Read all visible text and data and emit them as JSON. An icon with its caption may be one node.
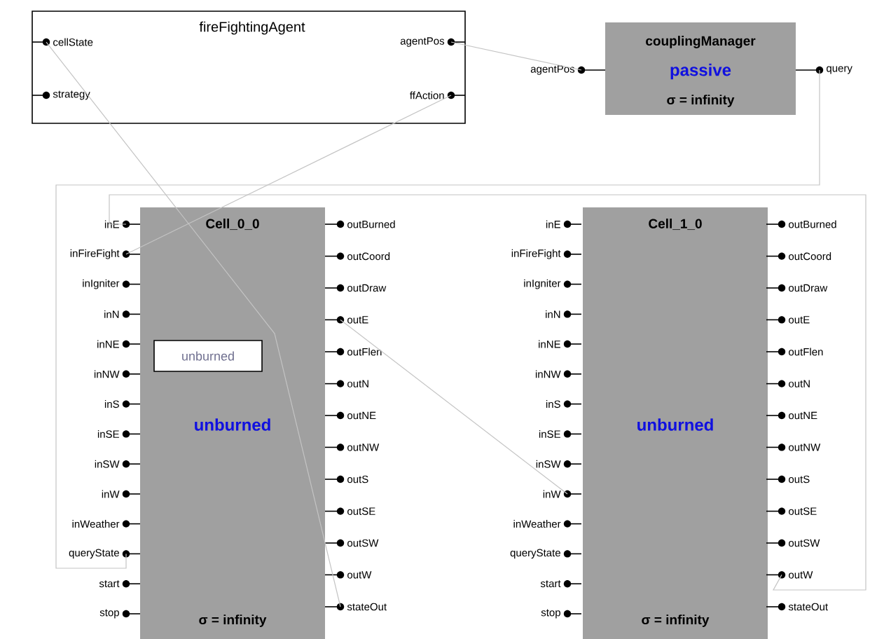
{
  "diagram": {
    "nodes": [
      {
        "text": [
          "fireFightingAgent"
        ]
      },
      {
        "text": [
          "cellState"
        ],
        "in": 0
      },
      {
        "text": [
          "strategy"
        ],
        "in": 0
      },
      {
        "text": [
          "agentPos"
        ],
        "in": 0
      },
      {
        "text": [
          "ffAction"
        ],
        "in": 0
      },
      {
        "text": [
          "couplingManager",
          "passive",
          "σ = infinity"
        ]
      },
      {
        "text": [
          "agentPos"
        ]
      },
      {
        "text": [
          "query"
        ]
      },
      {
        "text": [
          "Cell_0_0",
          "unburned",
          "σ = infinity"
        ]
      },
      {
        "text": [
          "unburned"
        ],
        "in": 8
      },
      {
        "text": [
          "inE"
        ]
      },
      {
        "text": [
          "inFireFight"
        ]
      },
      {
        "text": [
          "inIgniter"
        ]
      },
      {
        "text": [
          "inN"
        ]
      },
      {
        "text": [
          "inNE"
        ]
      },
      {
        "text": [
          "inNW"
        ]
      },
      {
        "text": [
          "inS"
        ]
      },
      {
        "text": [
          "inSE"
        ]
      },
      {
        "text": [
          "inSW"
        ]
      },
      {
        "text": [
          "inW"
        ]
      },
      {
        "text": [
          "inWeather"
        ]
      },
      {
        "text": [
          "queryState"
        ]
      },
      {
        "text": [
          "start"
        ]
      },
      {
        "text": [
          "stop"
        ]
      },
      {
        "text": [
          "outBurned"
        ]
      },
      {
        "text": [
          "outCoord"
        ]
      },
      {
        "text": [
          "outDraw"
        ]
      },
      {
        "text": [
          "outE"
        ]
      },
      {
        "text": [
          "outFlen"
        ]
      },
      {
        "text": [
          "outN"
        ]
      },
      {
        "text": [
          "outNE"
        ]
      },
      {
        "text": [
          "outNW"
        ]
      },
      {
        "text": [
          "outS"
        ]
      },
      {
        "text": [
          "outSE"
        ]
      },
      {
        "text": [
          "outSW"
        ]
      },
      {
        "text": [
          "outW"
        ]
      },
      {
        "text": [
          "stateOut"
        ]
      },
      {
        "text": [
          "Cell_1_0",
          "unburned",
          "σ = infinity"
        ]
      },
      {
        "text": [
          "inE"
        ]
      },
      {
        "text": [
          "inFireFight"
        ]
      },
      {
        "text": [
          "inIgniter"
        ]
      },
      {
        "text": [
          "inN"
        ]
      },
      {
        "text": [
          "inNE"
        ]
      },
      {
        "text": [
          "inNW"
        ]
      },
      {
        "text": [
          "inS"
        ]
      },
      {
        "text": [
          "inSE"
        ]
      },
      {
        "text": [
          "inSW"
        ]
      },
      {
        "text": [
          "inW"
        ]
      },
      {
        "text": [
          "inWeather"
        ]
      },
      {
        "text": [
          "queryState"
        ]
      },
      {
        "text": [
          "start"
        ]
      },
      {
        "text": [
          "stop"
        ]
      },
      {
        "text": [
          "outBurned"
        ]
      },
      {
        "text": [
          "outCoord"
        ]
      },
      {
        "text": [
          "outDraw"
        ]
      },
      {
        "text": [
          "outE"
        ]
      },
      {
        "text": [
          "outFlen"
        ]
      },
      {
        "text": [
          "outN"
        ]
      },
      {
        "text": [
          "outNE"
        ]
      },
      {
        "text": [
          "outNW"
        ]
      },
      {
        "text": [
          "outS"
        ]
      },
      {
        "text": [
          "outSE"
        ]
      },
      {
        "text": [
          "outSW"
        ]
      },
      {
        "text": [
          "outW"
        ]
      },
      {
        "text": [
          "stateOut"
        ]
      }
    ],
    "edges": [
      {
        "from": 3,
        "to": 6,
        "arrow": "none"
      },
      {
        "from": 4,
        "to": 11,
        "arrow": "none"
      },
      {
        "from": 7,
        "to": 21,
        "arrow": "none"
      },
      {
        "from": 36,
        "to": 1,
        "arrow": "none"
      },
      {
        "from": 27,
        "to": 47,
        "arrow": "none"
      },
      {
        "from": 63,
        "to": 10,
        "arrow": "none"
      }
    ]
  }
}
